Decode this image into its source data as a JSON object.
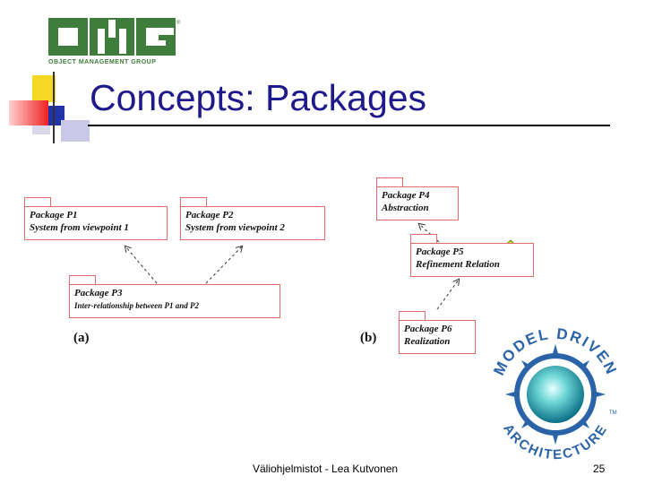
{
  "header": {
    "logo_text": "OMG",
    "logo_caption": "OBJECT MANAGEMENT GROUP"
  },
  "title": "Concepts: Packages",
  "diagram": {
    "packages": [
      {
        "id": "p1",
        "line1": "Package P1",
        "line2": "System from viewpoint 1"
      },
      {
        "id": "p2",
        "line1": "Package P2",
        "line2": "System from viewpoint 2"
      },
      {
        "id": "p3",
        "line1": "Package P3",
        "line2": "Inter-relationship between P1 and P2"
      },
      {
        "id": "p4",
        "line1": "Package P4",
        "line2": "Abstraction"
      },
      {
        "id": "p5",
        "line1": "Package P5",
        "line2": "Refinement Relation"
      },
      {
        "id": "p6",
        "line1": "Package P6",
        "line2": "Realization"
      }
    ],
    "label_a": "(a)",
    "label_b": "(b)"
  },
  "mda_logo": {
    "top_text": "MODEL DRIVEN",
    "bottom_text": "ARCHITECTURE",
    "tm": "TM"
  },
  "footer": {
    "text": "Väliohjelmistot - Lea Kutvonen",
    "page_number": "25"
  },
  "colors": {
    "title": "#1f1a8c",
    "omg_green": "#3f7d3c",
    "package_border": "#e26b6b",
    "arrow_fill": "#c8f03a"
  }
}
